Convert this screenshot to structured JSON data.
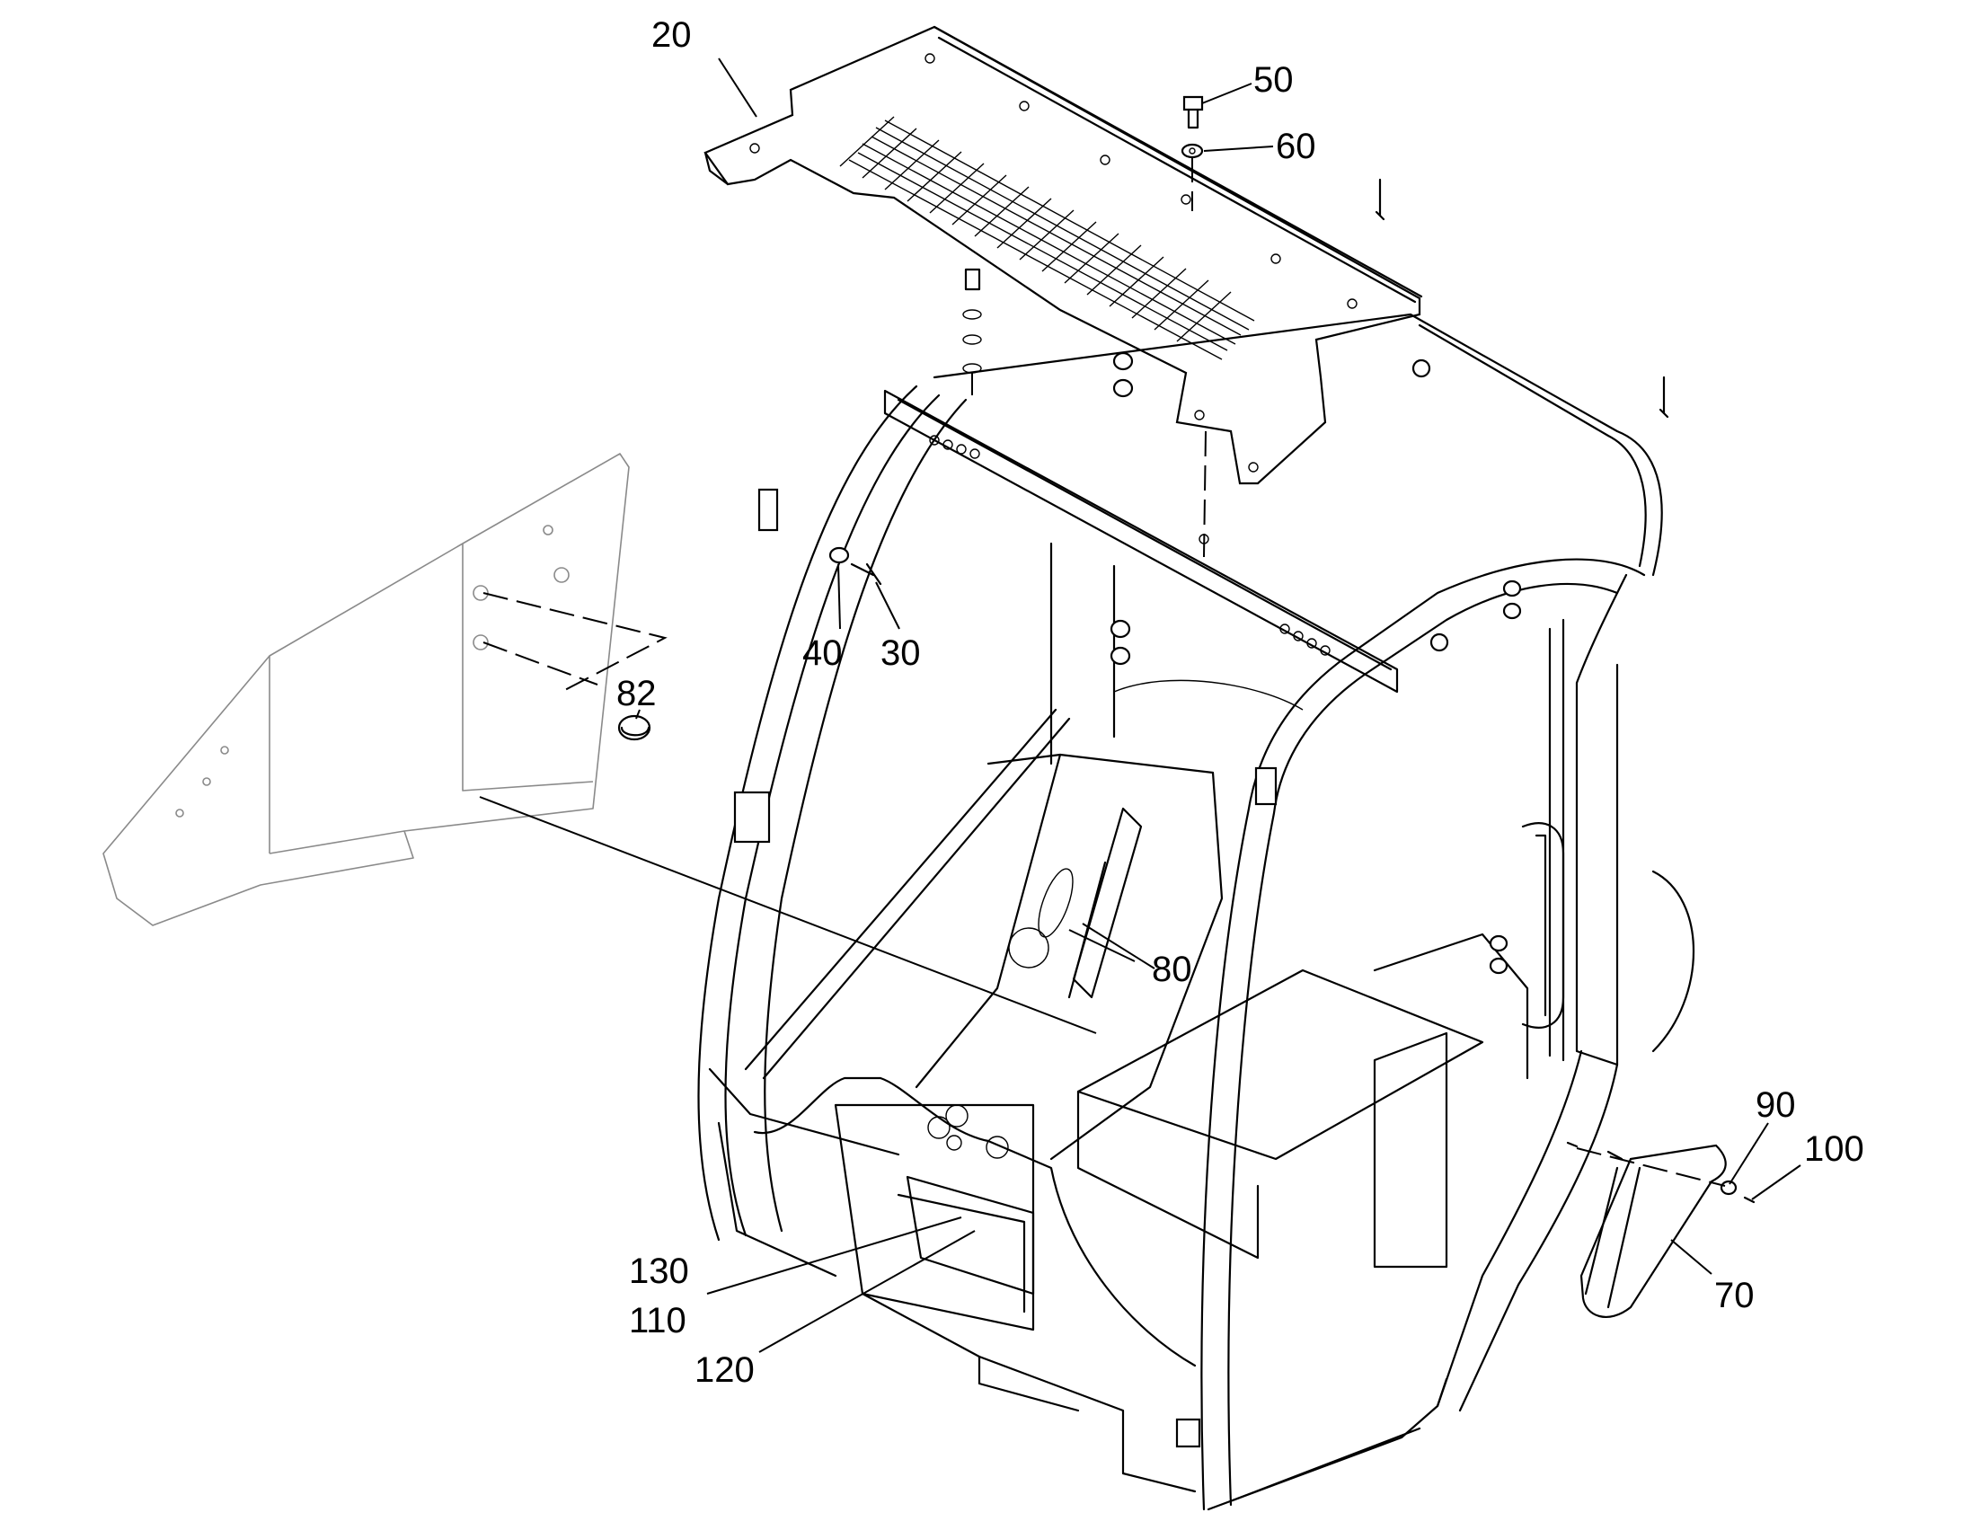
{
  "callouts": {
    "c20": "20",
    "c50": "50",
    "c60": "60",
    "c40": "40",
    "c30": "30",
    "c82": "82",
    "c80": "80",
    "c90": "90",
    "c100": "100",
    "c70": "70",
    "c130": "130",
    "c110": "110",
    "c120": "120"
  },
  "colors": {
    "line": "#000000",
    "ghost_line": "#8a8a8a",
    "background": "#ffffff"
  }
}
